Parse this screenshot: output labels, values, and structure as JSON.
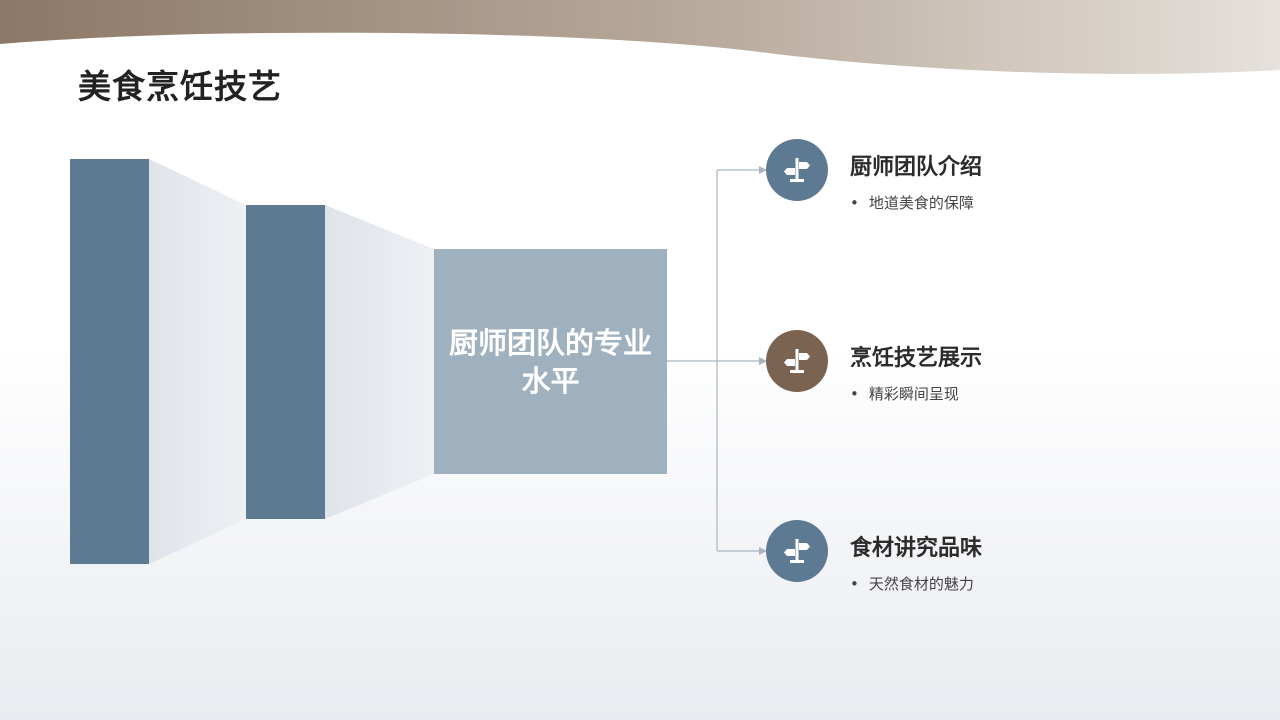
{
  "page": {
    "title": "美食烹饪技艺"
  },
  "diagram": {
    "center_label": "厨师团队的专业水平",
    "items": [
      {
        "title": "厨师团队介绍",
        "subtitle": "地道美食的保障",
        "icon": "signpost-icon",
        "color": "#5e7a93"
      },
      {
        "title": "烹饪技艺展示",
        "subtitle": "精彩瞬间呈现",
        "icon": "signpost-icon",
        "color": "#7a6351"
      },
      {
        "title": "食材讲究品味",
        "subtitle": "天然食材的魅力",
        "icon": "signpost-icon",
        "color": "#5e7a93"
      }
    ],
    "bullet": "•"
  },
  "colors": {
    "bar": "#5e7a93",
    "box": "#9fb0bf",
    "wave_brown": "#8c7866",
    "connector": "#aab4c0"
  }
}
